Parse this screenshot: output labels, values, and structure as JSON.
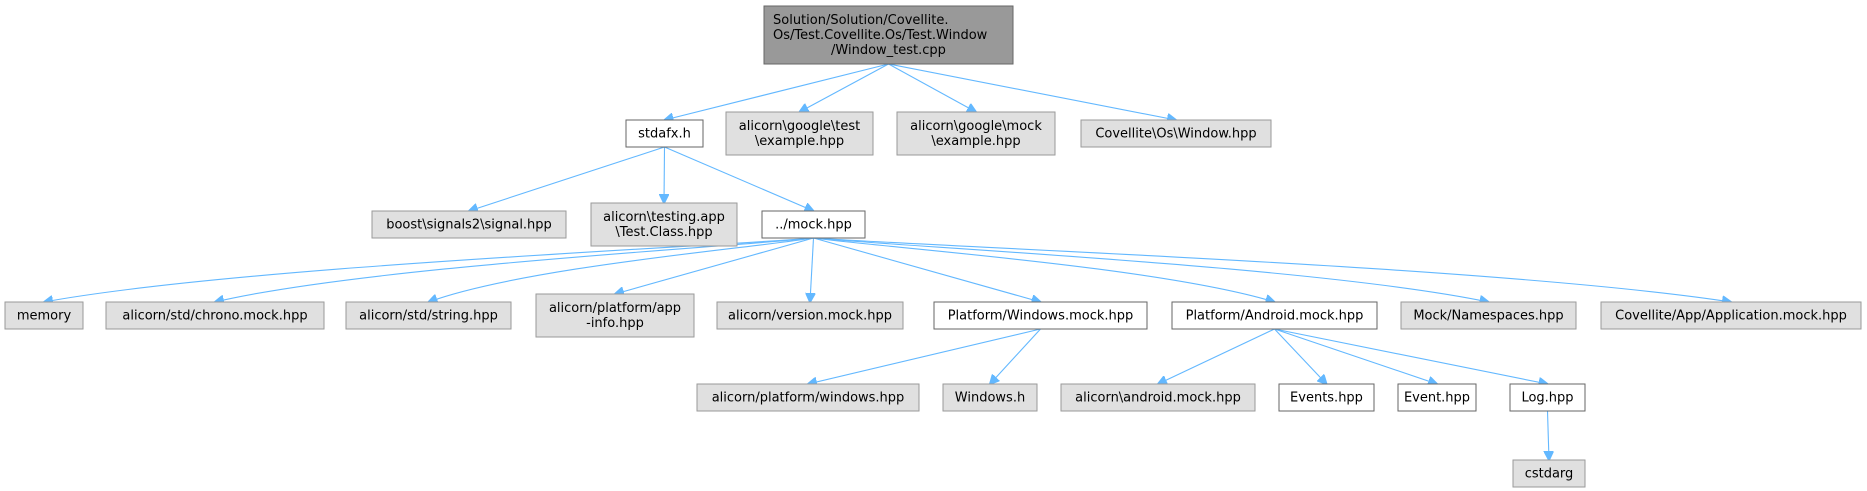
{
  "diagram": {
    "type": "include-dependency-graph",
    "colors": {
      "root_fill": "#999999",
      "root_stroke": "#666666",
      "documented_fill": "#ffffff",
      "documented_stroke": "#666666",
      "external_fill": "#e0e0e0",
      "external_stroke": "#999999",
      "edge": "#63b8ff"
    },
    "nodes": [
      {
        "id": "root",
        "kind": "root",
        "lines": [
          "Solution/Solution/Covellite.",
          "Os/Test.Covellite.Os/Test.Window",
          "/Window_test.cpp"
        ]
      },
      {
        "id": "stdafx",
        "kind": "documented",
        "lines": [
          "stdafx.h"
        ]
      },
      {
        "id": "gtest",
        "kind": "external",
        "lines": [
          "alicorn\\google\\test",
          "\\example.hpp"
        ]
      },
      {
        "id": "gmock",
        "kind": "external",
        "lines": [
          "alicorn\\google\\mock",
          "\\example.hpp"
        ]
      },
      {
        "id": "window",
        "kind": "external",
        "lines": [
          "Covellite\\Os\\Window.hpp"
        ]
      },
      {
        "id": "signal",
        "kind": "external",
        "lines": [
          "boost\\signals2\\signal.hpp"
        ]
      },
      {
        "id": "testclass",
        "kind": "external",
        "lines": [
          "alicorn\\testing.app",
          "\\Test.Class.hpp"
        ]
      },
      {
        "id": "mock",
        "kind": "documented",
        "lines": [
          "../mock.hpp"
        ]
      },
      {
        "id": "memory",
        "kind": "external",
        "lines": [
          "memory"
        ]
      },
      {
        "id": "chrono",
        "kind": "external",
        "lines": [
          "alicorn/std/chrono.mock.hpp"
        ]
      },
      {
        "id": "string",
        "kind": "external",
        "lines": [
          "alicorn/std/string.hpp"
        ]
      },
      {
        "id": "appinfo",
        "kind": "external",
        "lines": [
          "alicorn/platform/app",
          "-info.hpp"
        ]
      },
      {
        "id": "version",
        "kind": "external",
        "lines": [
          "alicorn/version.mock.hpp"
        ]
      },
      {
        "id": "winmock",
        "kind": "documented",
        "lines": [
          "Platform/Windows.mock.hpp"
        ]
      },
      {
        "id": "andmock",
        "kind": "documented",
        "lines": [
          "Platform/Android.mock.hpp"
        ]
      },
      {
        "id": "namespaces",
        "kind": "external",
        "lines": [
          "Mock/Namespaces.hpp"
        ]
      },
      {
        "id": "appmock",
        "kind": "external",
        "lines": [
          "Covellite/App/Application.mock.hpp"
        ]
      },
      {
        "id": "platwin",
        "kind": "external",
        "lines": [
          "alicorn/platform/windows.hpp"
        ]
      },
      {
        "id": "windowsh",
        "kind": "external",
        "lines": [
          "Windows.h"
        ]
      },
      {
        "id": "andalicorn",
        "kind": "external",
        "lines": [
          "alicorn\\android.mock.hpp"
        ]
      },
      {
        "id": "events",
        "kind": "documented",
        "lines": [
          "Events.hpp"
        ]
      },
      {
        "id": "event",
        "kind": "documented",
        "lines": [
          "Event.hpp"
        ]
      },
      {
        "id": "log",
        "kind": "documented",
        "lines": [
          "Log.hpp"
        ]
      },
      {
        "id": "cstdarg",
        "kind": "external",
        "lines": [
          "cstdarg"
        ]
      }
    ],
    "edges": [
      {
        "from": "root",
        "to": "stdafx"
      },
      {
        "from": "root",
        "to": "gtest"
      },
      {
        "from": "root",
        "to": "gmock"
      },
      {
        "from": "root",
        "to": "window"
      },
      {
        "from": "stdafx",
        "to": "signal"
      },
      {
        "from": "stdafx",
        "to": "testclass"
      },
      {
        "from": "stdafx",
        "to": "mock"
      },
      {
        "from": "mock",
        "to": "memory"
      },
      {
        "from": "mock",
        "to": "chrono"
      },
      {
        "from": "mock",
        "to": "string"
      },
      {
        "from": "mock",
        "to": "appinfo"
      },
      {
        "from": "mock",
        "to": "version"
      },
      {
        "from": "mock",
        "to": "winmock"
      },
      {
        "from": "mock",
        "to": "andmock"
      },
      {
        "from": "mock",
        "to": "namespaces"
      },
      {
        "from": "mock",
        "to": "appmock"
      },
      {
        "from": "winmock",
        "to": "platwin"
      },
      {
        "from": "winmock",
        "to": "windowsh"
      },
      {
        "from": "andmock",
        "to": "andalicorn"
      },
      {
        "from": "andmock",
        "to": "events"
      },
      {
        "from": "andmock",
        "to": "event"
      },
      {
        "from": "andmock",
        "to": "log"
      },
      {
        "from": "log",
        "to": "cstdarg"
      }
    ]
  }
}
